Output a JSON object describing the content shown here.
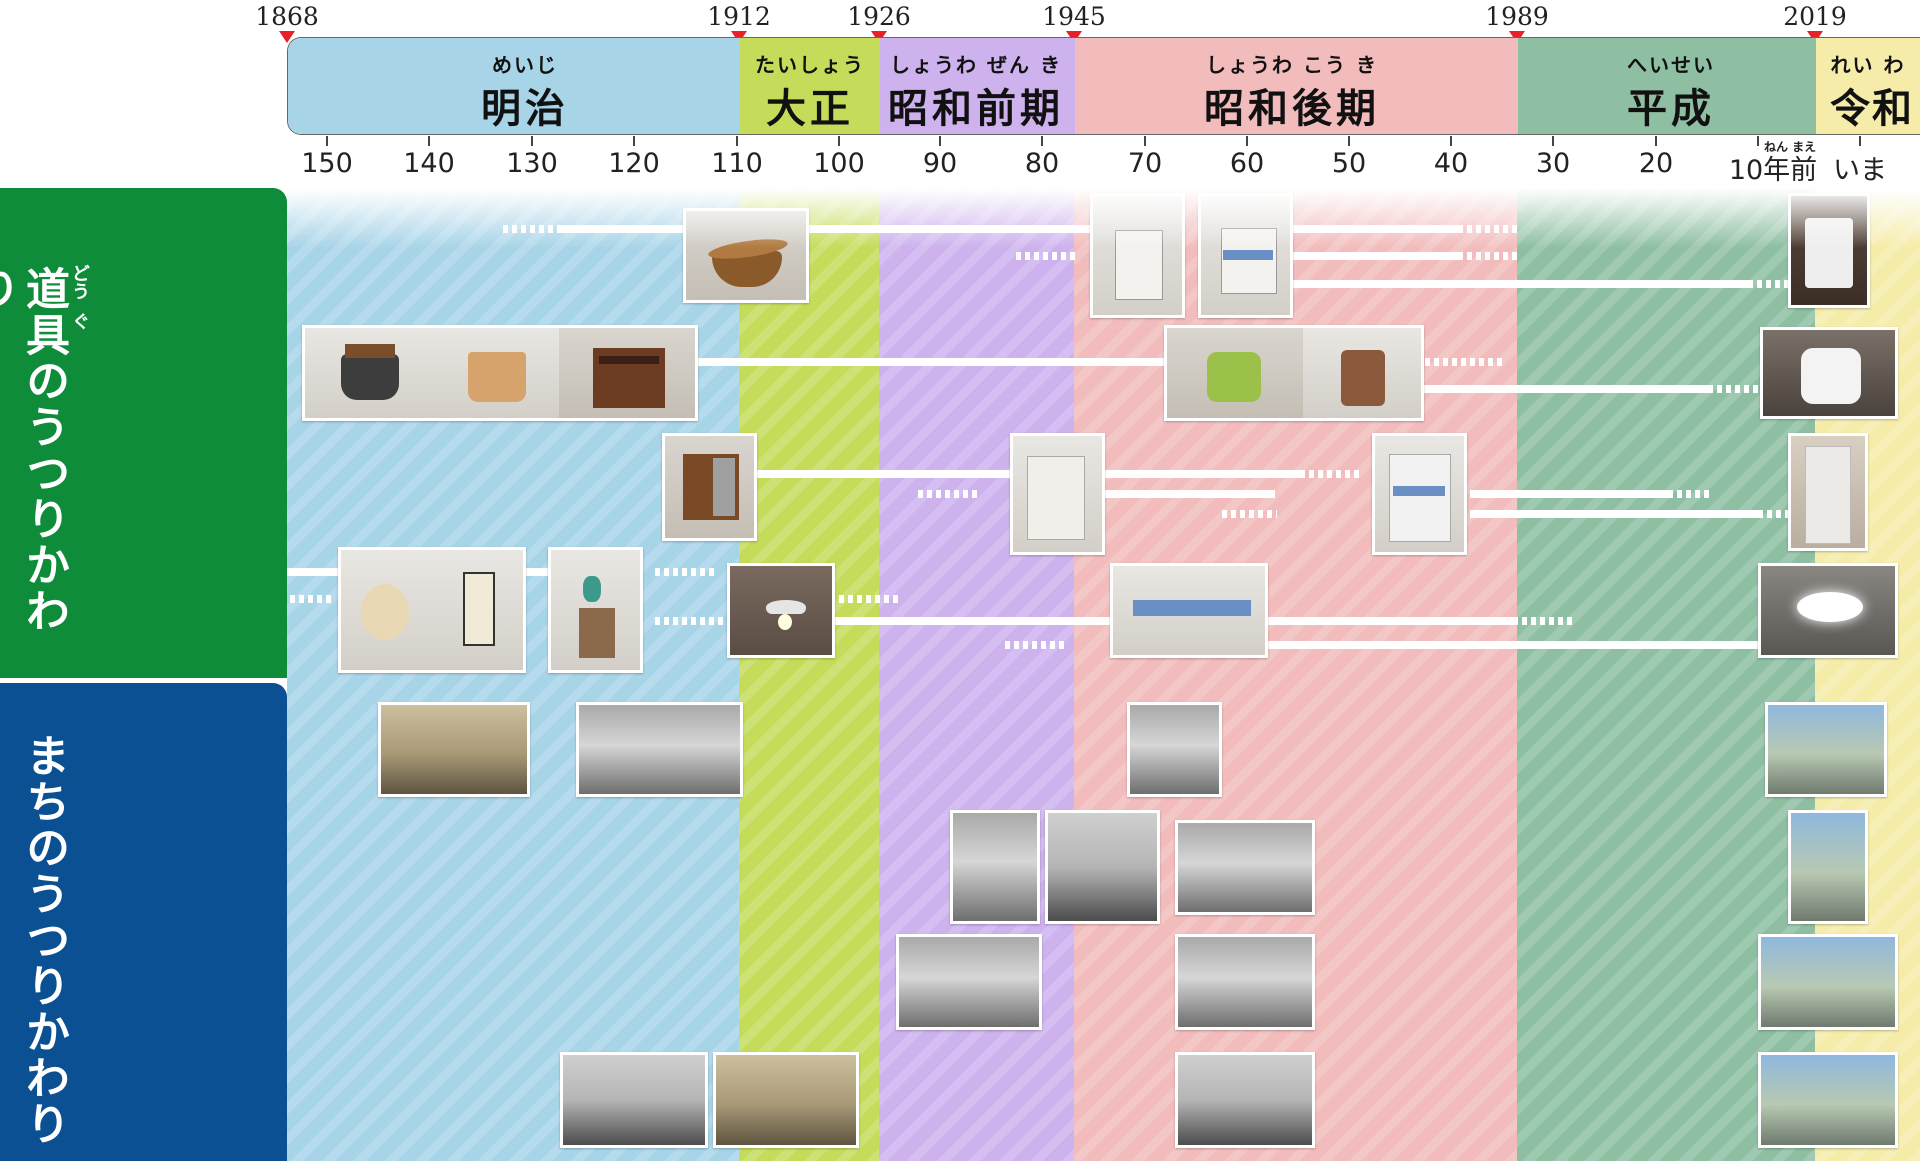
{
  "timeline": {
    "years": [
      "1868",
      "1912",
      "1926",
      "1945",
      "1989",
      "2019"
    ],
    "eras": [
      {
        "id": "meiji",
        "label": "明治",
        "ruby": "めいじ",
        "color": "#a8d4e8"
      },
      {
        "id": "taisho",
        "label": "大正",
        "ruby": "たいしょう",
        "color": "#c4dc5a"
      },
      {
        "id": "showa-early",
        "label": "昭和前期",
        "ruby": "しょうわ ぜん き",
        "color": "#cdb2ee"
      },
      {
        "id": "showa-late",
        "label": "昭和後期",
        "ruby": "しょうわ こう き",
        "color": "#f2bcbc"
      },
      {
        "id": "heisei",
        "label": "平成",
        "ruby": "へいせい",
        "color": "#8ebfa3"
      },
      {
        "id": "reiwa",
        "label": "令和",
        "ruby": "れい わ",
        "color": "#f6ecaa"
      }
    ],
    "scale": [
      "150",
      "140",
      "130",
      "120",
      "110",
      "100",
      "90",
      "80",
      "70",
      "60",
      "50",
      "40",
      "30",
      "20"
    ],
    "scale_ten_ago": "10年前",
    "scale_ten_ago_ruby": "ねん まえ",
    "scale_now": "いま"
  },
  "categories": {
    "tools": {
      "label": "道具のうつりかわり",
      "ruby_1": "どう",
      "ruby_2": "ぐ",
      "color": "#0e8c3a"
    },
    "town": {
      "label": "まちのうつりかわり",
      "color": "#0a5092"
    }
  }
}
